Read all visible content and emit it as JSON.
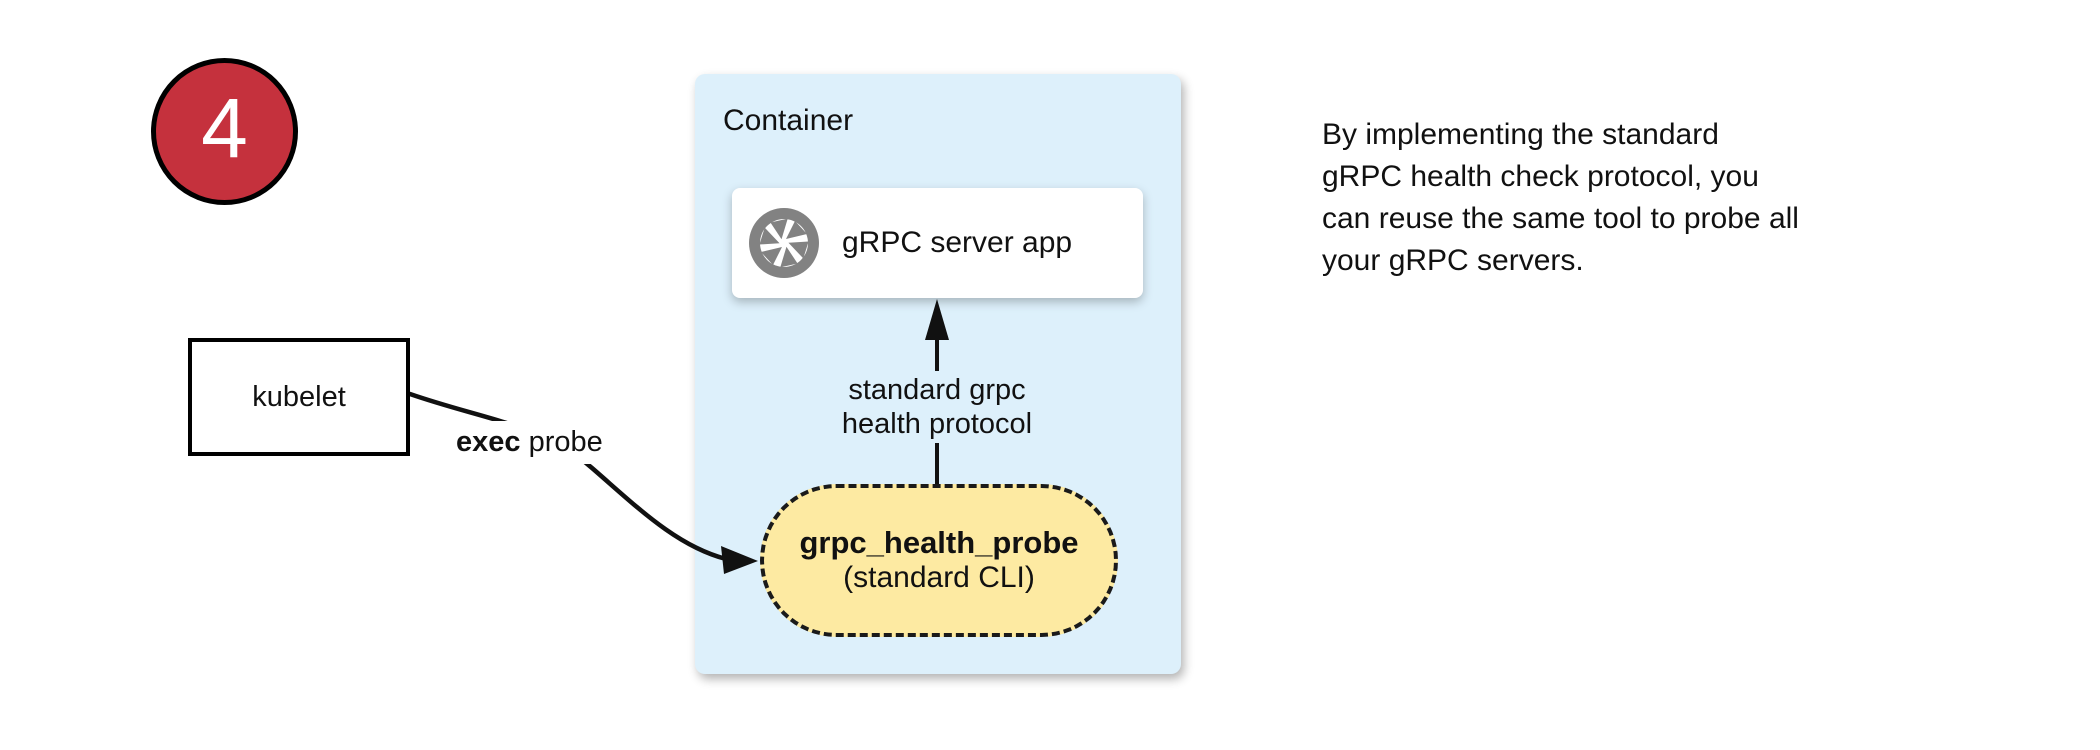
{
  "step_badge": {
    "number": "4",
    "color": "#c5313d"
  },
  "container": {
    "label": "Container",
    "bg_color": "#ddf0fb",
    "server_box": {
      "label": "gRPC server app",
      "icon": "grpc-shutter-icon",
      "icon_color": "#828282"
    },
    "probe_node": {
      "title": "grpc_health_probe",
      "subtitle": "(standard CLI)",
      "bg_color": "#fdeaa2"
    },
    "arrow_label": "standard grpc\nhealth protocol"
  },
  "kubelet": {
    "label": "kubelet"
  },
  "exec_probe_label": {
    "bold": "exec",
    "rest": " probe"
  },
  "caption": {
    "text": "By implementing the standard\ngRPC health check protocol, you\ncan reuse the same tool to probe all\nyour gRPC servers."
  }
}
